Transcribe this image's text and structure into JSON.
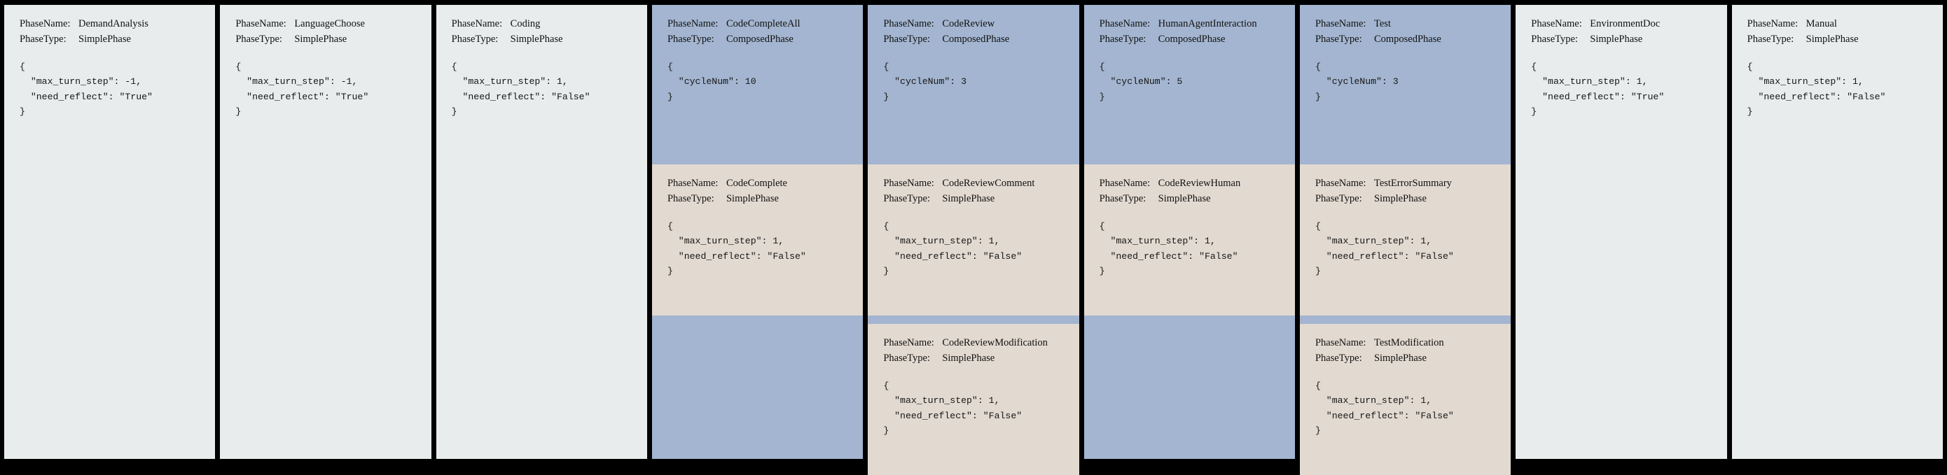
{
  "labels": {
    "phase_name_key": "PhaseName:",
    "phase_type_key": "PhaseType:"
  },
  "colors": {
    "background": "#000000",
    "simple_phase_card": "#e8ecec",
    "composed_phase_card": "#a3b5d0",
    "sub_phase_card": "#e2d9d0",
    "text": "#111111"
  },
  "columns": [
    {
      "head": {
        "phase_name": "DemandAnalysis",
        "phase_type": "SimplePhase",
        "kind": "simple",
        "json": [
          "{",
          "  \"max_turn_step\": -1,",
          "  \"need_reflect\": \"True\"",
          "}"
        ]
      },
      "subphases": []
    },
    {
      "head": {
        "phase_name": "LanguageChoose",
        "phase_type": "SimplePhase",
        "kind": "simple",
        "json": [
          "{",
          "  \"max_turn_step\": -1,",
          "  \"need_reflect\": \"True\"",
          "}"
        ]
      },
      "subphases": []
    },
    {
      "head": {
        "phase_name": "Coding",
        "phase_type": "SimplePhase",
        "kind": "simple",
        "json": [
          "{",
          "  \"max_turn_step\": 1,",
          "  \"need_reflect\": \"False\"",
          "}"
        ]
      },
      "subphases": []
    },
    {
      "head": {
        "phase_name": "CodeCompleteAll",
        "phase_type": "ComposedPhase",
        "kind": "composed",
        "json": [
          "{",
          "  \"cycleNum\": 10",
          "}"
        ]
      },
      "subphases": [
        {
          "phase_name": "CodeComplete",
          "phase_type": "SimplePhase",
          "json": [
            "{",
            "  \"max_turn_step\": 1,",
            "  \"need_reflect\": \"False\"",
            "}"
          ]
        }
      ]
    },
    {
      "head": {
        "phase_name": "CodeReview",
        "phase_type": "ComposedPhase",
        "kind": "composed",
        "json": [
          "{",
          "  \"cycleNum\": 3",
          "}"
        ]
      },
      "subphases": [
        {
          "phase_name": "CodeReviewComment",
          "phase_type": "SimplePhase",
          "json": [
            "{",
            "  \"max_turn_step\": 1,",
            "  \"need_reflect\": \"False\"",
            "}"
          ]
        },
        {
          "phase_name": "CodeReviewModification",
          "phase_type": "SimplePhase",
          "json": [
            "{",
            "  \"max_turn_step\": 1,",
            "  \"need_reflect\": \"False\"",
            "}"
          ]
        }
      ]
    },
    {
      "head": {
        "phase_name": "HumanAgentInteraction",
        "phase_type": "ComposedPhase",
        "kind": "composed",
        "json": [
          "{",
          "  \"cycleNum\": 5",
          "}"
        ]
      },
      "subphases": [
        {
          "phase_name": "CodeReviewHuman",
          "phase_type": "SimplePhase",
          "json": [
            "{",
            "  \"max_turn_step\": 1,",
            "  \"need_reflect\": \"False\"",
            "}"
          ]
        }
      ]
    },
    {
      "head": {
        "phase_name": "Test",
        "phase_type": "ComposedPhase",
        "kind": "composed",
        "json": [
          "{",
          "  \"cycleNum\": 3",
          "}"
        ]
      },
      "subphases": [
        {
          "phase_name": "TestErrorSummary",
          "phase_type": "SimplePhase",
          "json": [
            "{",
            "  \"max_turn_step\": 1,",
            "  \"need_reflect\": \"False\"",
            "}"
          ]
        },
        {
          "phase_name": "TestModification",
          "phase_type": "SimplePhase",
          "json": [
            "{",
            "  \"max_turn_step\": 1,",
            "  \"need_reflect\": \"False\"",
            "}"
          ]
        }
      ]
    },
    {
      "head": {
        "phase_name": "EnvironmentDoc",
        "phase_type": "SimplePhase",
        "kind": "simple",
        "json": [
          "{",
          "  \"max_turn_step\": 1,",
          "  \"need_reflect\": \"True\"",
          "}"
        ]
      },
      "subphases": []
    },
    {
      "head": {
        "phase_name": "Manual",
        "phase_type": "SimplePhase",
        "kind": "simple",
        "json": [
          "{",
          "  \"max_turn_step\": 1,",
          "  \"need_reflect\": \"False\"",
          "}"
        ]
      },
      "subphases": []
    }
  ]
}
